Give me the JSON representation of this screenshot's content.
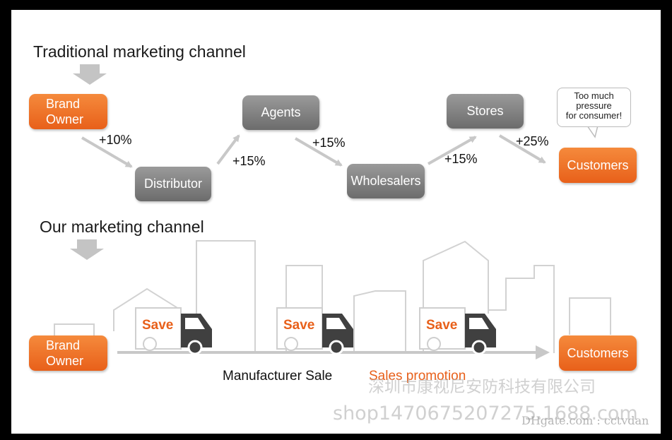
{
  "traditional": {
    "title": "Traditional marketing channel",
    "nodes": {
      "brand_owner": "Brand\nOwner",
      "distributor": "Distributor",
      "agents": "Agents",
      "wholesalers": "Wholesalers",
      "stores": "Stores",
      "customers": "Customers"
    },
    "markups": [
      "+10%",
      "+15%",
      "+15%",
      "+15%",
      "+25%"
    ],
    "bubble": "Too much\npressure\nfor consumer!"
  },
  "ours": {
    "title": "Our marketing channel",
    "brand_owner": "Brand\nOwner",
    "customers": "Customers",
    "save_labels": [
      "Save",
      "Save",
      "Save"
    ],
    "manufacturer_sale": "Manufacturer Sale",
    "sales_promotion": "Sales promotion"
  },
  "watermarks": {
    "company": "深圳市康视尼安防科技有限公司",
    "shop": "shop1470675207275.1688.com",
    "dhgate": "DHgate.com : cctvdan"
  },
  "colors": {
    "orange": "#ee6f22",
    "gray": "#808080",
    "arrow": "#c8c8c8"
  }
}
